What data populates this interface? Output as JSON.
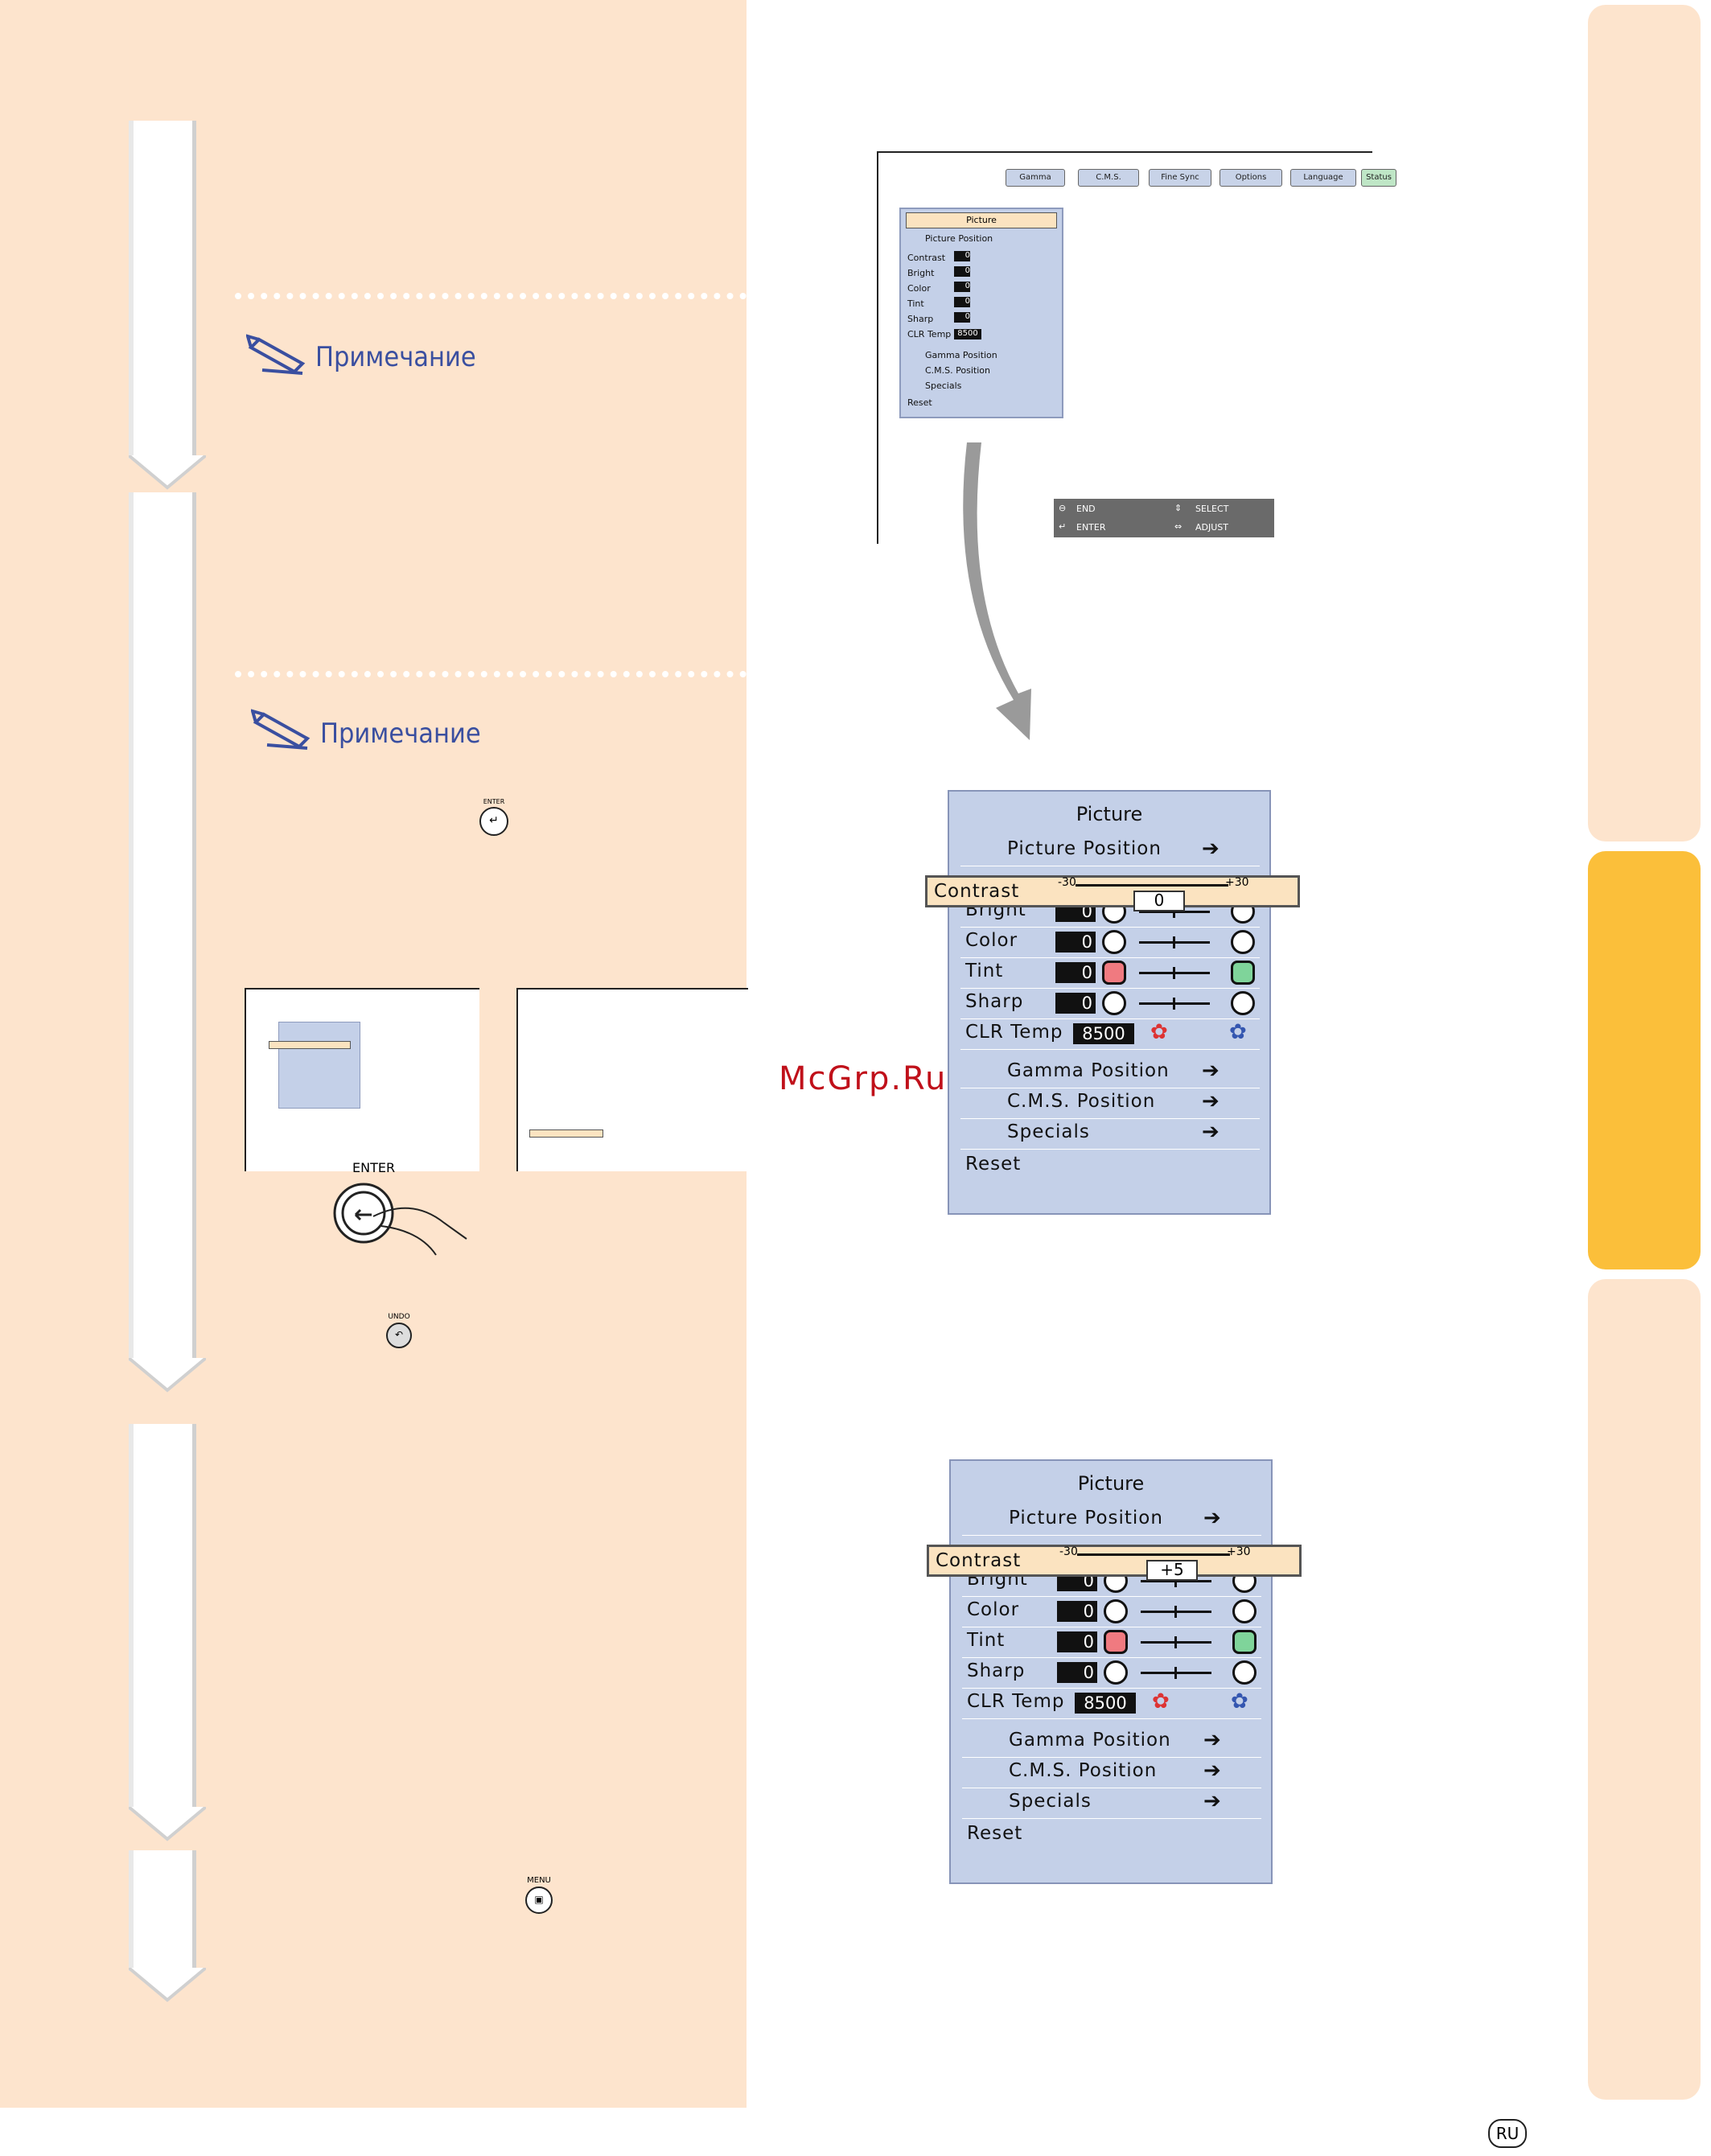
{
  "notes": {
    "note1_title": "Примечание",
    "note2_title": "Примечание"
  },
  "buttons": {
    "enter_small": "ENTER",
    "enter_large": "ENTER",
    "undo": "UNDO",
    "menu": "MENU"
  },
  "screen_top": {
    "tabs": [
      "Gamma",
      "C.M.S.",
      "Fine Sync",
      "Options",
      "Language",
      "Status"
    ],
    "menu_title": "Picture",
    "rows": [
      {
        "label": "Picture Position"
      },
      {
        "label": "Contrast",
        "value": "0"
      },
      {
        "label": "Bright",
        "value": "0"
      },
      {
        "label": "Color",
        "value": "0"
      },
      {
        "label": "Tint",
        "value": "0"
      },
      {
        "label": "Sharp",
        "value": "0"
      },
      {
        "label": "CLR Temp",
        "value": "8500"
      },
      {
        "label": "Gamma Position"
      },
      {
        "label": "C.M.S. Position"
      },
      {
        "label": "Specials"
      },
      {
        "label": "Reset"
      }
    ],
    "guide": {
      "end": "END",
      "enter": "ENTER",
      "select": "SELECT",
      "adjust": "ADJUST"
    }
  },
  "menu_a": {
    "title": "Picture",
    "picture_position": "Picture Position",
    "contrast_label": "Contrast",
    "range_min": "-30",
    "range_max": "+30",
    "contrast_value": "0",
    "bright": "Bright",
    "bright_value": "0",
    "color": "Color",
    "color_value": "0",
    "tint": "Tint",
    "tint_value": "0",
    "sharp": "Sharp",
    "sharp_value": "0",
    "clr_temp": "CLR Temp",
    "clr_temp_value": "8500",
    "gamma_position": "Gamma Position",
    "cms_position": "C.M.S. Position",
    "specials": "Specials",
    "reset": "Reset"
  },
  "menu_b": {
    "title": "Picture",
    "picture_position": "Picture Position",
    "contrast_label": "Contrast",
    "range_min": "-30",
    "range_max": "+30",
    "contrast_value": "+5",
    "bright": "Bright",
    "bright_value": "0",
    "color": "Color",
    "color_value": "0",
    "tint": "Tint",
    "tint_value": "0",
    "sharp": "Sharp",
    "sharp_value": "0",
    "clr_temp": "CLR Temp",
    "clr_temp_value": "8500",
    "gamma_position": "Gamma Position",
    "cms_position": "C.M.S. Position",
    "specials": "Specials",
    "reset": "Reset"
  },
  "watermark": "McGrp.Ru",
  "language_badge": "RU",
  "colors": {
    "peach": "#fde4cd",
    "side_tab": "#fde4cd",
    "side_tab_active": "#fbbf3a",
    "menu_bg": "#c4d0e8",
    "note_title": "#3a4fa0",
    "watermark": "#c0101a"
  }
}
